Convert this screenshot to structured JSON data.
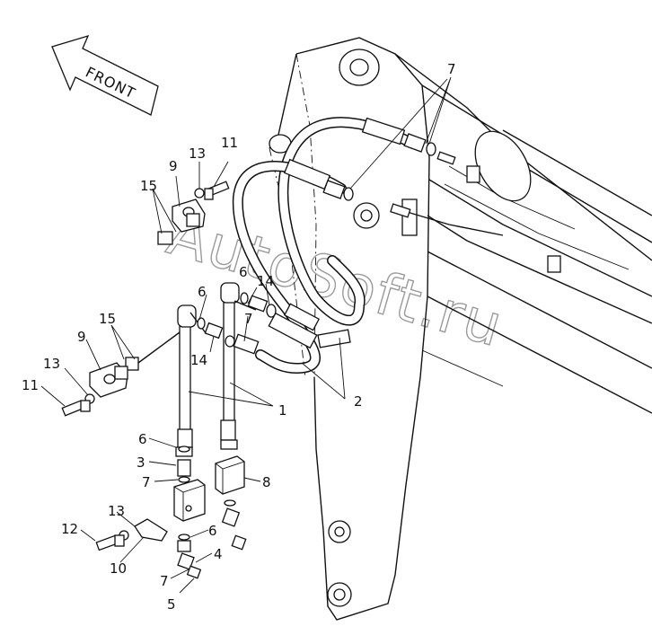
{
  "direction_label": "FRONT",
  "watermark": "AutoSoft.ru",
  "callouts": [
    {
      "id": "c7a",
      "text": "7"
    },
    {
      "id": "c13a",
      "text": "13"
    },
    {
      "id": "c11a",
      "text": "11"
    },
    {
      "id": "c9a",
      "text": "9"
    },
    {
      "id": "c15a",
      "text": "15"
    },
    {
      "id": "c6a",
      "text": "6"
    },
    {
      "id": "c14a",
      "text": "14"
    },
    {
      "id": "c7b",
      "text": "7"
    },
    {
      "id": "c6b",
      "text": "6"
    },
    {
      "id": "c15b",
      "text": "15"
    },
    {
      "id": "c9b",
      "text": "9"
    },
    {
      "id": "c14b",
      "text": "14"
    },
    {
      "id": "c13b",
      "text": "13"
    },
    {
      "id": "c11b",
      "text": "11"
    },
    {
      "id": "c1",
      "text": "1"
    },
    {
      "id": "c2",
      "text": "2"
    },
    {
      "id": "c6c",
      "text": "6"
    },
    {
      "id": "c3",
      "text": "3"
    },
    {
      "id": "c7c",
      "text": "7"
    },
    {
      "id": "c8",
      "text": "8"
    },
    {
      "id": "c13c",
      "text": "13"
    },
    {
      "id": "c6d",
      "text": "6"
    },
    {
      "id": "c12",
      "text": "12"
    },
    {
      "id": "c4",
      "text": "4"
    },
    {
      "id": "c10",
      "text": "10"
    },
    {
      "id": "c7d",
      "text": "7"
    },
    {
      "id": "c5",
      "text": "5"
    }
  ]
}
